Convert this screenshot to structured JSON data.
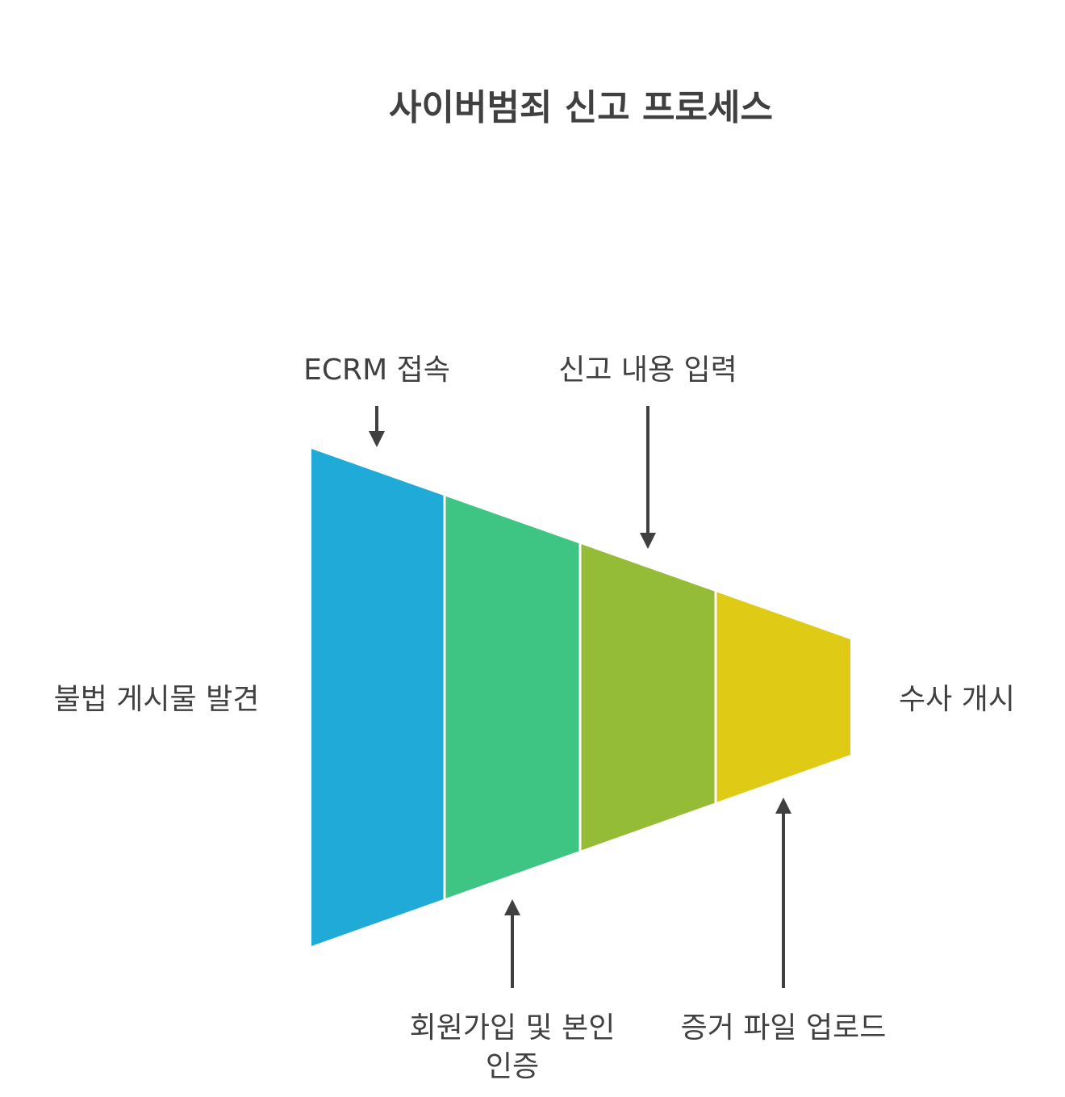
{
  "title": "사이버범죄 신고 프로세스",
  "start_label": "불법 게시물 발견",
  "end_label": "수사 개시",
  "stages": [
    {
      "label_lines": [
        "ECRM 접속"
      ],
      "color": "#1FAAD8",
      "label_position": "top"
    },
    {
      "label_lines": [
        "회원가입 및 본인",
        "인증"
      ],
      "color": "#3EC584",
      "label_position": "bottom"
    },
    {
      "label_lines": [
        "신고 내용 입력"
      ],
      "color": "#94BC37",
      "label_position": "top"
    },
    {
      "label_lines": [
        "증거 파일 업로드"
      ],
      "color": "#DFCB16",
      "label_position": "bottom"
    }
  ],
  "arrow_color": "#404040"
}
